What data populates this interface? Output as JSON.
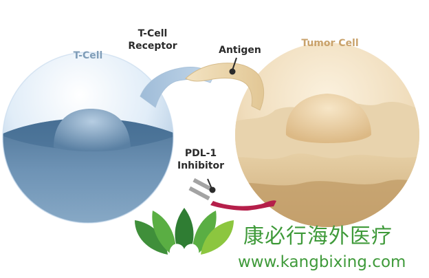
{
  "labels": {
    "t_cell": "T-Cell",
    "t_cell_receptor_line1": "T-Cell",
    "t_cell_receptor_line2": "Receptor",
    "antigen": "Antigen",
    "tumor_cell": "Tumor Cell",
    "pdl1_line1": "PDL-1",
    "pdl1_line2": "Inhibitor"
  },
  "watermark": {
    "name": "康必行海外医疗",
    "url": "www.kangbixing.com"
  },
  "colors": {
    "t_cell_light": "#dbe9f5",
    "t_cell_dark": "#5f86a8",
    "tumor_light": "#f3e4c9",
    "tumor_dark": "#c8a878",
    "receptor": "#a9c4de",
    "antigen": "#e8d2a5",
    "inhibitor_red": "#b51f4a",
    "inhibitor_gray": "#a3a3a3",
    "watermark_green": "#3f9a3a"
  }
}
